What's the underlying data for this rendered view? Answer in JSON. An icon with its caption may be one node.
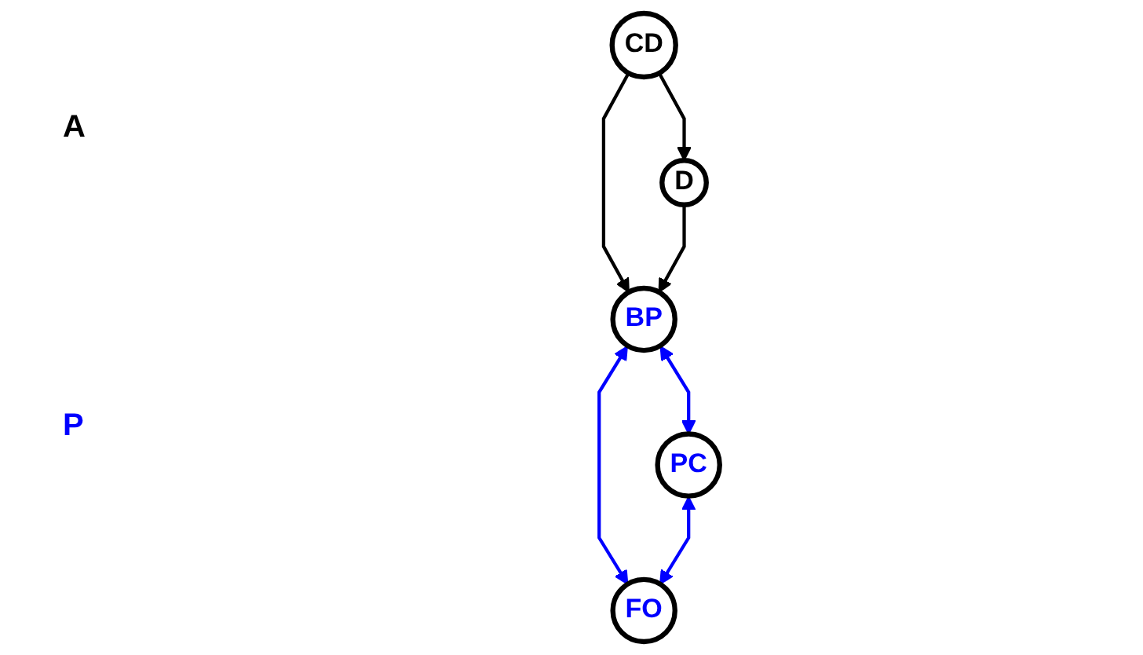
{
  "diagram": {
    "nodes": [
      {
        "text": [
          "CD"
        ]
      },
      {
        "text": [
          "D"
        ]
      },
      {
        "text": [
          "BP"
        ]
      },
      {
        "text": [
          "PC"
        ]
      },
      {
        "text": [
          "FO"
        ]
      }
    ],
    "edges": [
      {
        "from": 0,
        "to": 1,
        "arrow": "to",
        "color": "#000000"
      },
      {
        "from": 0,
        "to": 2,
        "arrow": "to",
        "color": "#000000"
      },
      {
        "from": 1,
        "to": 2,
        "arrow": "to",
        "color": "#000000"
      },
      {
        "from": 2,
        "to": 3,
        "arrow": "both",
        "color": "#0000ff"
      },
      {
        "from": 2,
        "to": 4,
        "arrow": "both",
        "color": "#0000ff"
      },
      {
        "from": 3,
        "to": 4,
        "arrow": "both",
        "color": "#0000ff"
      }
    ],
    "labels": [
      "A",
      "P"
    ]
  }
}
